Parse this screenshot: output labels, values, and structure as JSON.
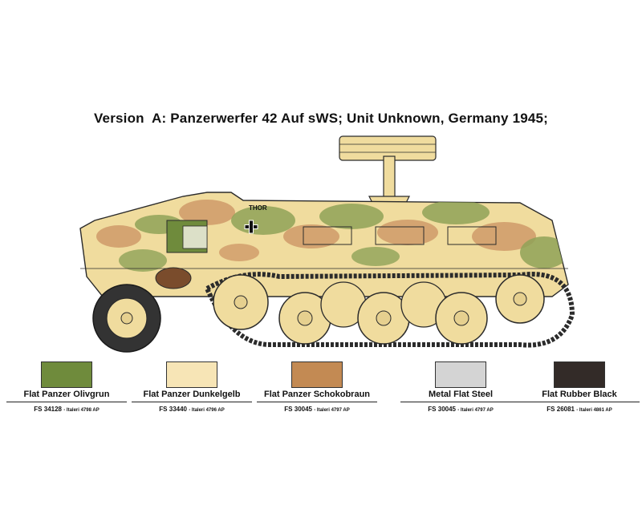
{
  "title": {
    "prefix": "Version",
    "letter": "A:",
    "text": "Panzerwerfer 42 Auf sWS; Unit Unknown, Germany 1945;"
  },
  "vehicle": {
    "marking": "THOR",
    "insignia": "balkenkreuz-icon",
    "colors": {
      "base": "#f0dc9e",
      "green": "#8fa257",
      "brown": "#cf9a68",
      "outline": "#2b2b2b"
    }
  },
  "swatches": [
    {
      "name": "Flat Panzer Olivgrun",
      "code": "FS 34128",
      "ref": "- Italeri 4798 AP",
      "color": "#6f8b3c"
    },
    {
      "name": "Flat Panzer Dunkelgelb",
      "code": "FS 33440",
      "ref": "- Italeri 4796 AP",
      "color": "#f7e5b6"
    },
    {
      "name": "Flat Panzer Schokobraun",
      "code": "FS 30045",
      "ref": "- Italeri 4797 AP",
      "color": "#c38a53"
    },
    {
      "name": "Metal Flat Steel",
      "code": "FS 30045",
      "ref": "- Italeri 4797 AP",
      "color": "#d4d4d4"
    },
    {
      "name": "Flat Rubber Black",
      "code": "FS 26081",
      "ref": "- Italeri 4861 AP",
      "color": "#332b28"
    }
  ]
}
